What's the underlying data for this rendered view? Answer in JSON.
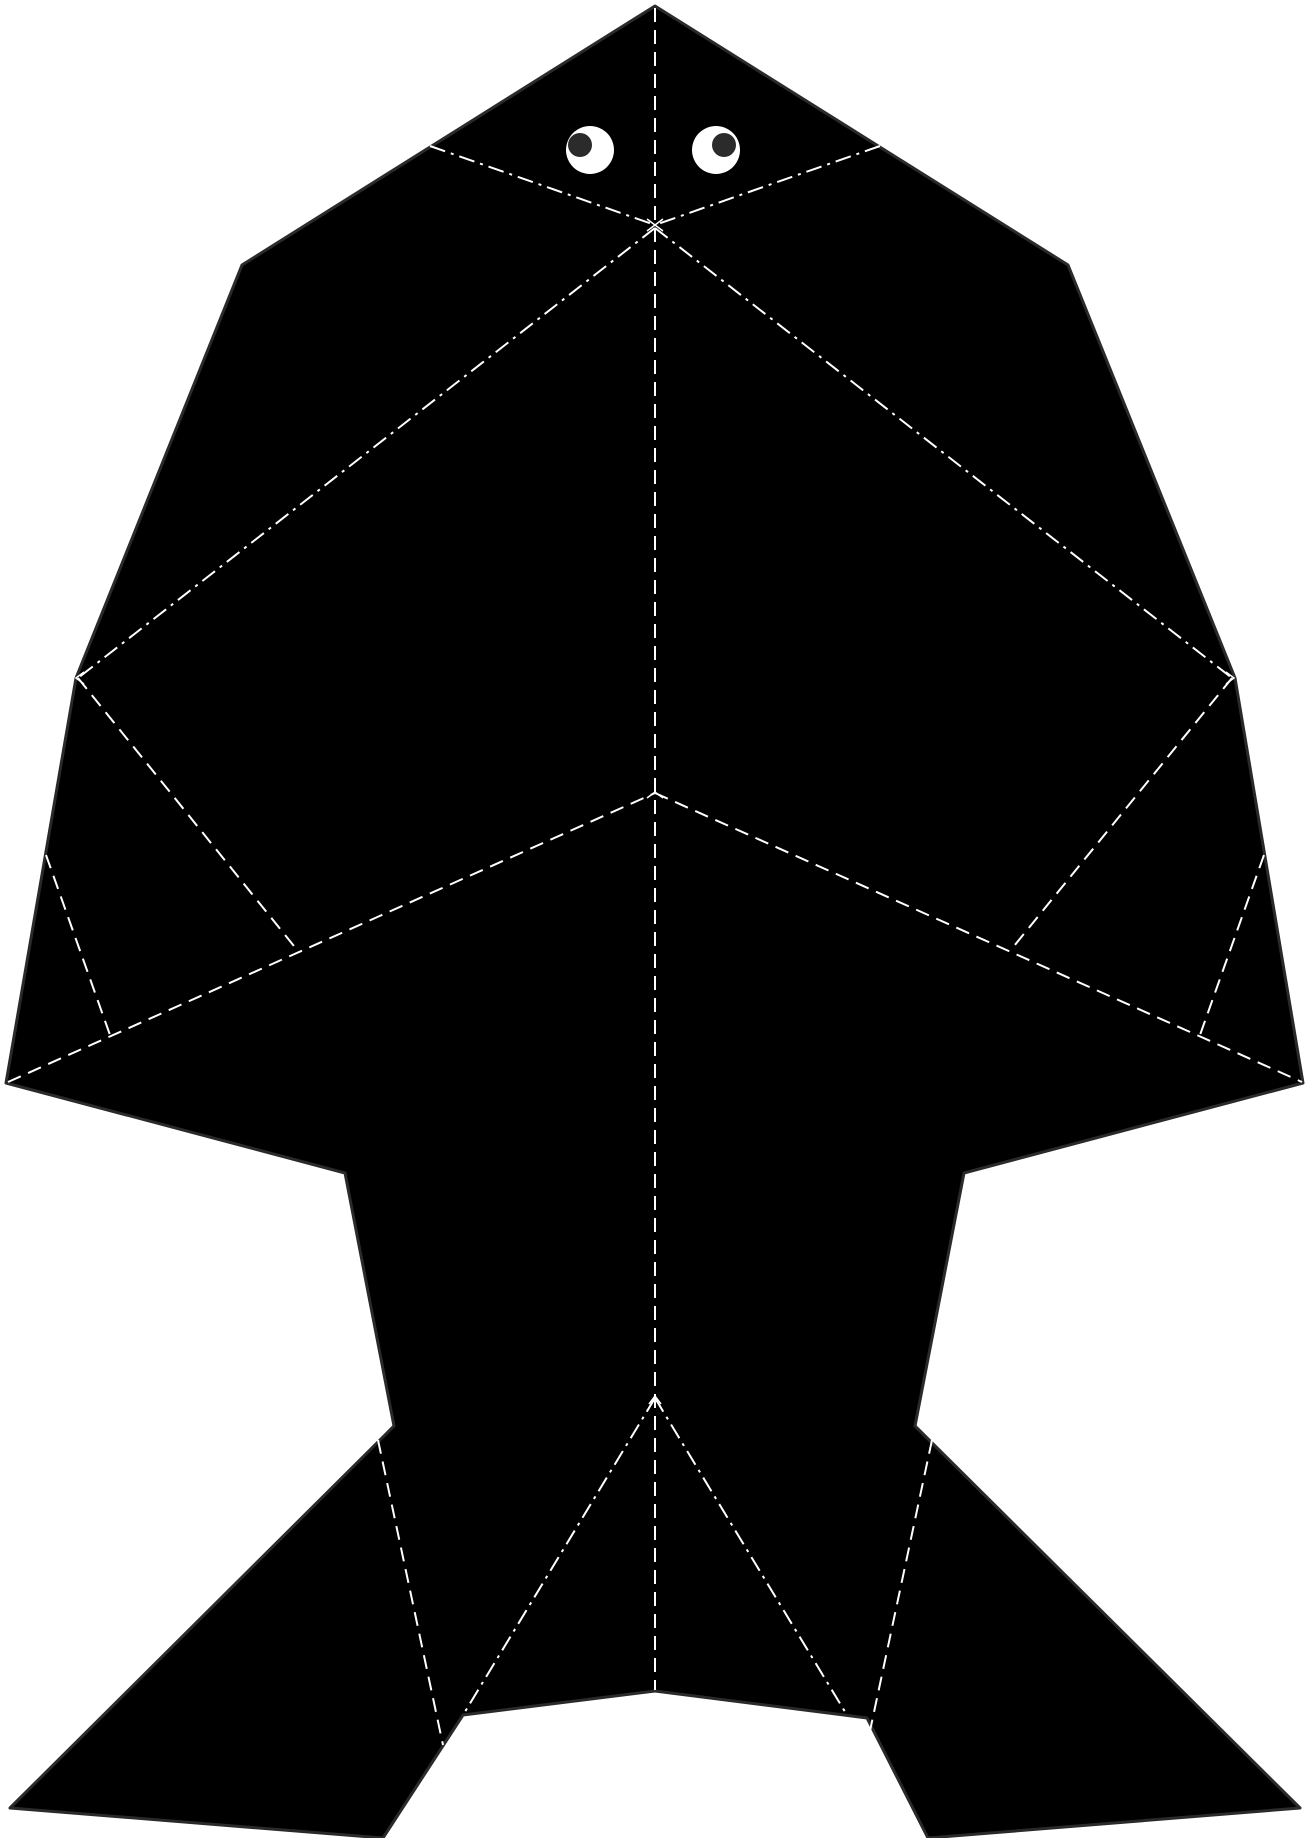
{
  "figure": {
    "subject": "origami-fish-crease-pattern",
    "colors": {
      "background": "#ffffff",
      "paper_fill": "#000000",
      "outline": "#2a2a2a",
      "crease_line": "#ffffff",
      "eye_white": "#ffffff",
      "eye_pupil": "#2b2b2b"
    },
    "crease_styles": [
      "valley-fold-dashed",
      "mountain-fold-dash-dot"
    ]
  }
}
